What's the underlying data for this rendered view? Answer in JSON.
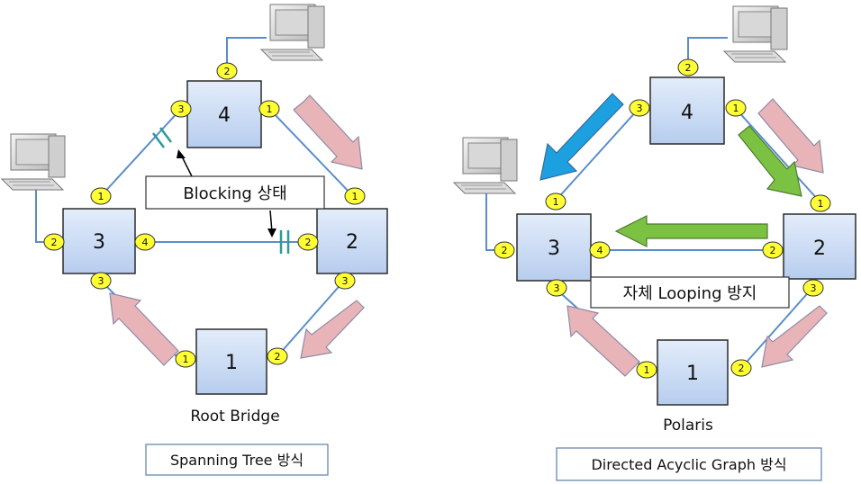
{
  "left": {
    "switches": [
      {
        "id": "4",
        "label": "4"
      },
      {
        "id": "2",
        "label": "2"
      },
      {
        "id": "3",
        "label": "3"
      },
      {
        "id": "1",
        "label": "1"
      }
    ],
    "ports": {
      "s4_top": "2",
      "s4_left": "3",
      "s4_right": "1",
      "s3_top": "1",
      "s3_left": "2",
      "s3_right": "4",
      "s3_bottom": "3",
      "s2_top": "1",
      "s2_left": "2",
      "s2_bottom": "3",
      "s1_left": "1",
      "s1_right": "2"
    },
    "callout": "Blocking 상태",
    "root_label": "Root Bridge",
    "caption": "Spanning Tree 방식"
  },
  "right": {
    "switches": [
      {
        "id": "4",
        "label": "4"
      },
      {
        "id": "2",
        "label": "2"
      },
      {
        "id": "3",
        "label": "3"
      },
      {
        "id": "1",
        "label": "1"
      }
    ],
    "ports": {
      "s4_top": "2",
      "s4_left": "3",
      "s4_right": "1",
      "s3_top": "1",
      "s3_left": "2",
      "s3_right": "4",
      "s3_bottom": "3",
      "s2_top": "1",
      "s2_left": "2",
      "s2_bottom": "3",
      "s1_left": "1",
      "s1_right": "2"
    },
    "callout": "자체 Looping 방지",
    "root_label": "Polaris",
    "caption": "Directed Acyclic Graph 방식"
  },
  "colors": {
    "switch_fill": "#cfe0f7",
    "switch_stroke": "#2b2b2b",
    "port_fill": "#ffff33",
    "link": "#5b8ec7",
    "flow_arrow": "#e8b4b8",
    "blue_arrow": "#1ca0e0",
    "green_arrow": "#7cc242",
    "block_mark": "#2a9a9a"
  }
}
